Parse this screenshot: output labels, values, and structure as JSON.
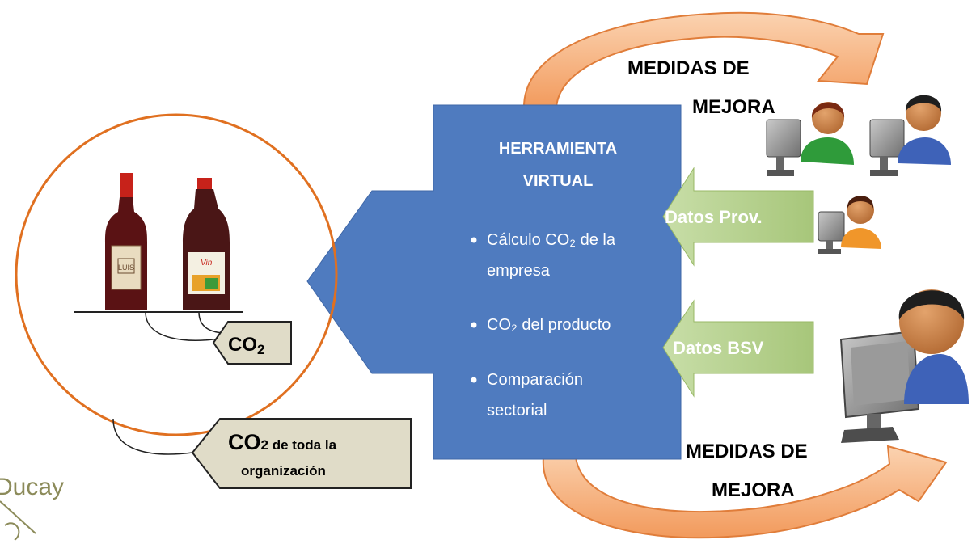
{
  "tool": {
    "title_line1": "HERRAMIENTA",
    "title_line2": "VIRTUAL",
    "bullets": [
      {
        "line1": "Cálculo CO₂ de la",
        "line2": "empresa"
      },
      {
        "line1": "CO₂ del producto",
        "line2": ""
      },
      {
        "line1": "Comparación",
        "line2": "sectorial"
      }
    ]
  },
  "improvement_top": {
    "line1": "MEDIDAS DE",
    "line2": "MEJORA"
  },
  "improvement_bottom": {
    "line1": "MEDIDAS DE",
    "line2": "MEJORA"
  },
  "input_arrows": {
    "supplier_data": "Datos Prov.",
    "bsv_data": "Datos BSV"
  },
  "tags": {
    "product_co2": {
      "main": "CO",
      "sub": "2"
    },
    "org_co2": {
      "main": "CO",
      "sub": "2",
      "rest": " de toda la",
      "line2": "organización"
    }
  },
  "logo": {
    "text": "Ducay"
  },
  "bottles": {
    "red_wine_label": "LUIS",
    "cola_label": "Vin"
  },
  "colors": {
    "tool_box": "#4f7bbf",
    "green_arrow": "#b3cf8a",
    "orange_arrow": "#f5ab72",
    "circle": "#e07020",
    "tag_fill": "#e0dcc8"
  }
}
